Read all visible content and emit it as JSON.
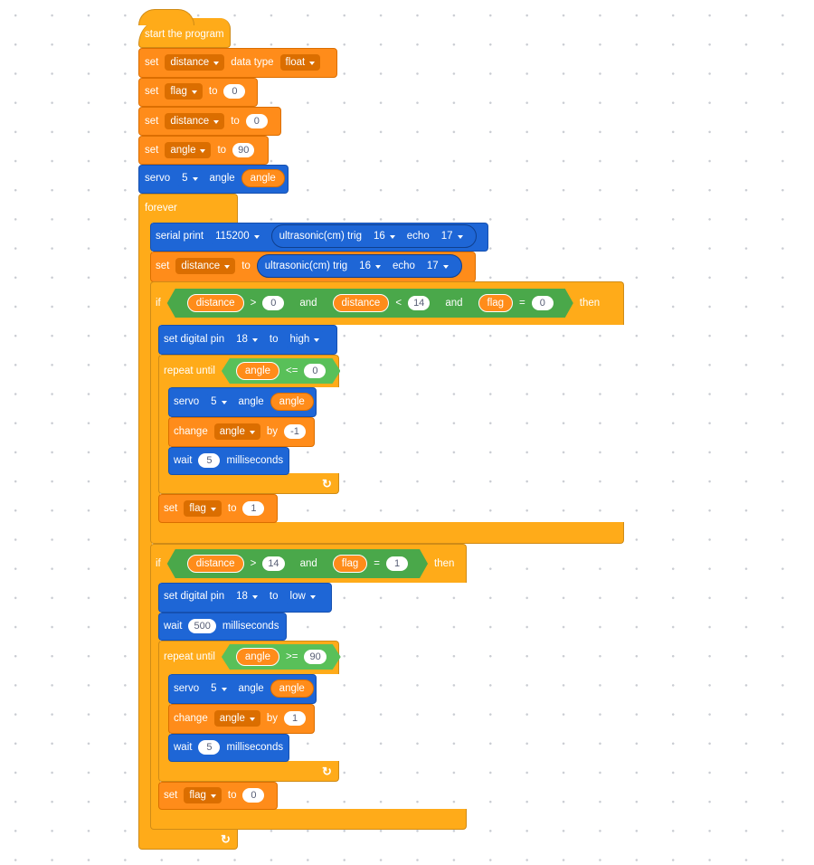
{
  "hat": {
    "label": "start the program"
  },
  "setup": {
    "set_type": {
      "set": "set",
      "var": "distance",
      "mid": "data type",
      "type": "float"
    },
    "set_flag": {
      "set": "set",
      "var": "flag",
      "to": "to",
      "value": "0"
    },
    "set_distance": {
      "set": "set",
      "var": "distance",
      "to": "to",
      "value": "0"
    },
    "set_angle": {
      "set": "set",
      "var": "angle",
      "to": "to",
      "value": "90"
    },
    "servo": {
      "label": "servo",
      "pin": "5",
      "angle_label": "angle",
      "angle_var": "angle"
    }
  },
  "forever": {
    "label": "forever",
    "serial": {
      "label": "serial print",
      "baud": "115200",
      "sensor": "ultrasonic(cm) trig",
      "trig": "16",
      "echo_label": "echo",
      "echo": "17"
    },
    "set_dist": {
      "set": "set",
      "var": "distance",
      "to": "to",
      "sensor": "ultrasonic(cm) trig",
      "trig": "16",
      "echo_label": "echo",
      "echo": "17"
    },
    "if1": {
      "if": "if",
      "then": "then",
      "c1": {
        "var": "distance",
        "op": ">",
        "val": "0"
      },
      "and1": "and",
      "c2": {
        "var": "distance",
        "op": "<",
        "val": "14"
      },
      "and2": "and",
      "c3": {
        "var": "flag",
        "op": "=",
        "val": "0"
      },
      "pin": {
        "label": "set digital pin",
        "pin": "18",
        "to": "to",
        "level": "high"
      },
      "repeat": {
        "label": "repeat until",
        "var": "angle",
        "op": "<=",
        "val": "0"
      },
      "servo": {
        "label": "servo",
        "pin": "5",
        "angle_label": "angle",
        "angle_var": "angle"
      },
      "change": {
        "label": "change",
        "var": "angle",
        "by": "by",
        "val": "-1"
      },
      "wait": {
        "label": "wait",
        "val": "5",
        "unit": "milliseconds"
      },
      "set_flag": {
        "set": "set",
        "var": "flag",
        "to": "to",
        "value": "1"
      }
    },
    "if2": {
      "if": "if",
      "then": "then",
      "c1": {
        "var": "distance",
        "op": ">",
        "val": "14"
      },
      "and1": "and",
      "c2": {
        "var": "flag",
        "op": "=",
        "val": "1"
      },
      "pin": {
        "label": "set digital pin",
        "pin": "18",
        "to": "to",
        "level": "low"
      },
      "wait1": {
        "label": "wait",
        "val": "500",
        "unit": "milliseconds"
      },
      "repeat": {
        "label": "repeat until",
        "var": "angle",
        "op": ">=",
        "val": "90"
      },
      "servo": {
        "label": "servo",
        "pin": "5",
        "angle_label": "angle",
        "angle_var": "angle"
      },
      "change": {
        "label": "change",
        "var": "angle",
        "by": "by",
        "val": "1"
      },
      "wait": {
        "label": "wait",
        "val": "5",
        "unit": "milliseconds"
      },
      "set_flag": {
        "set": "set",
        "var": "flag",
        "to": "to",
        "value": "0"
      }
    }
  },
  "colors": {
    "control": "#ffab19",
    "variable": "#ff8c1a",
    "device": "#1e66d6",
    "operator": "#59c059"
  }
}
